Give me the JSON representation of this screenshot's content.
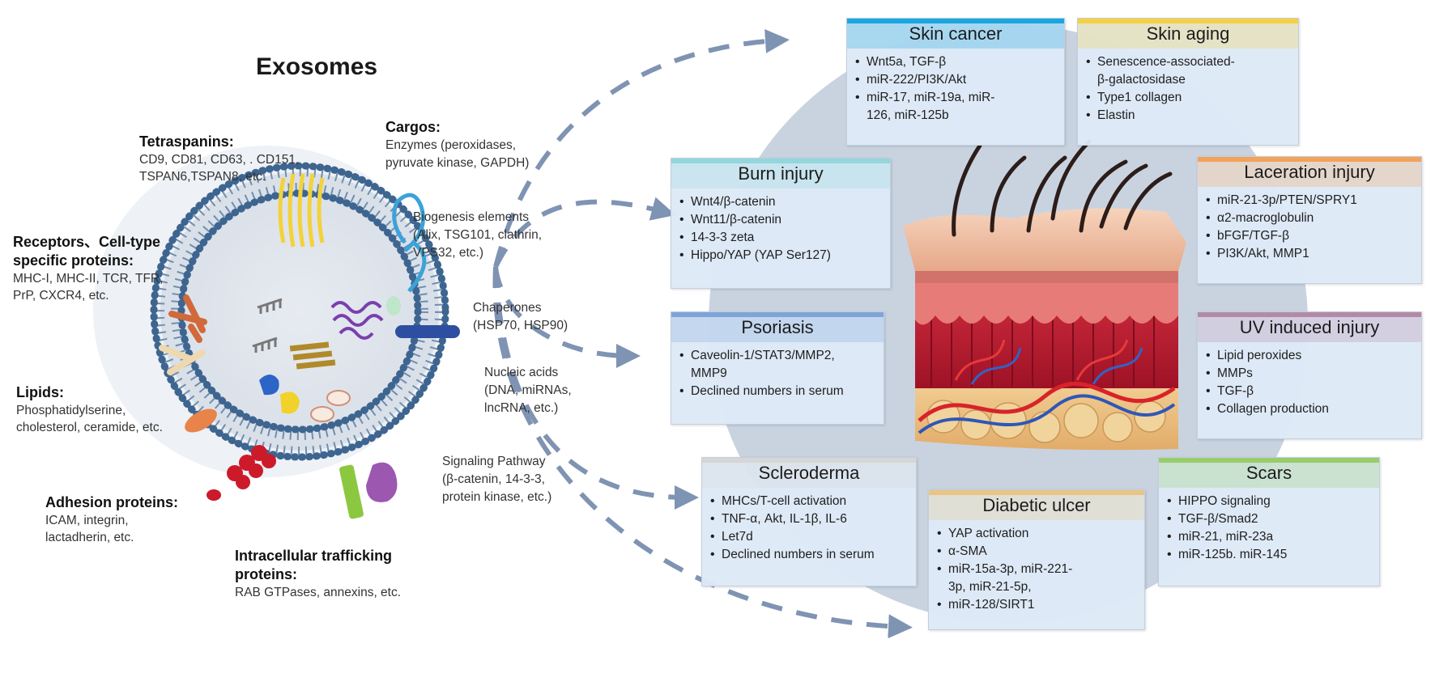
{
  "title": "Exosomes",
  "left": {
    "tetraspanins": {
      "heading": "Tetraspanins:",
      "text": "CD9, CD81, CD63, . CD151,\nTSPAN6,TSPAN8, etc."
    },
    "receptors": {
      "heading": "Receptors、Cell-type\nspecific proteins:",
      "text": "MHC-I, MHC-II, TCR, TFR,\nPrP, CXCR4, etc."
    },
    "lipids": {
      "heading": "Lipids:",
      "text": "Phosphatidylserine,\ncholesterol, ceramide, etc."
    },
    "adhesion": {
      "heading": "Adhesion proteins:",
      "text": "ICAM, integrin,\nlactadherin, etc."
    },
    "trafficking": {
      "heading": "Intracellular trafficking\nproteins:",
      "text": "RAB GTPases, annexins, etc."
    }
  },
  "right_labels": {
    "cargos": {
      "heading": "Cargos:",
      "text": "Enzymes (peroxidases,\npyruvate kinase, GAPDH)"
    },
    "biogenesis": "Biogenesis elements\n   (Alix, TSG101, clathrin,\n   VPS32, etc.)",
    "chaperones": "Chaperones\n   (HSP70, HSP90)",
    "nucleic": "Nucleic acids\n   (DNA, miRNAs,\n   lncRNA, etc.)",
    "signaling": "Signaling Pathway\n   (β-catenin, 14-3-3,\n   protein kinase, etc.)"
  },
  "boxes": {
    "skin_cancer": {
      "title": "Skin cancer",
      "items": [
        "Wnt5a, TGF-β",
        "miR-222/PI3K/Akt",
        "miR-17, miR-19a, miR-\n126, miR-125b"
      ]
    },
    "skin_aging": {
      "title": "Skin aging",
      "items": [
        "Senescence-associated-\nβ-galactosidase",
        "Type1 collagen",
        "Elastin"
      ]
    },
    "burn_injury": {
      "title": "Burn injury",
      "items": [
        "Wnt4/β-catenin",
        "Wnt11/β-catenin",
        "14-3-3 zeta",
        "Hippo/YAP (YAP Ser127)"
      ]
    },
    "laceration": {
      "title": "Laceration injury",
      "items": [
        "miR-21-3p/PTEN/SPRY1",
        "α2-macroglobulin",
        "bFGF/TGF-β",
        "PI3K/Akt, MMP1"
      ]
    },
    "psoriasis": {
      "title": "Psoriasis",
      "items": [
        "Caveolin-1/STAT3/MMP2,\nMMP9",
        "Declined numbers in serum"
      ]
    },
    "uv_injury": {
      "title": "UV induced injury",
      "items": [
        "Lipid peroxides",
        "MMPs",
        "TGF-β",
        "Collagen production"
      ]
    },
    "scleroderma": {
      "title": "Scleroderma",
      "items": [
        "MHCs/T-cell activation",
        "TNF-α, Akt, IL-1β, IL-6",
        "Let7d",
        "Declined numbers in serum"
      ]
    },
    "diabetic_ulcer": {
      "title": "Diabetic ulcer",
      "items": [
        "YAP activation",
        "α-SMA",
        "miR-15a-3p, miR-221-\n3p, miR-21-5p,",
        "miR-128/SIRT1"
      ]
    },
    "scars": {
      "title": "Scars",
      "items": [
        "HIPPO signaling",
        "TGF-β/Smad2",
        "miR-21, miR-23a",
        "miR-125b. miR-145"
      ]
    }
  },
  "colors": {
    "skin_cancer": "#1aa6e0",
    "skin_aging": "#f6cf43",
    "burn_injury": "#93d6dc",
    "laceration": "#f3a25a",
    "psoriasis": "#7ea4d8",
    "uv_injury": "#b28aa8",
    "scleroderma": "#d6d6d6",
    "diabetic_ulcer": "#e9c585",
    "scars": "#98cc6a",
    "arrow": "#7f93b3",
    "membrane": "#3d6590"
  }
}
